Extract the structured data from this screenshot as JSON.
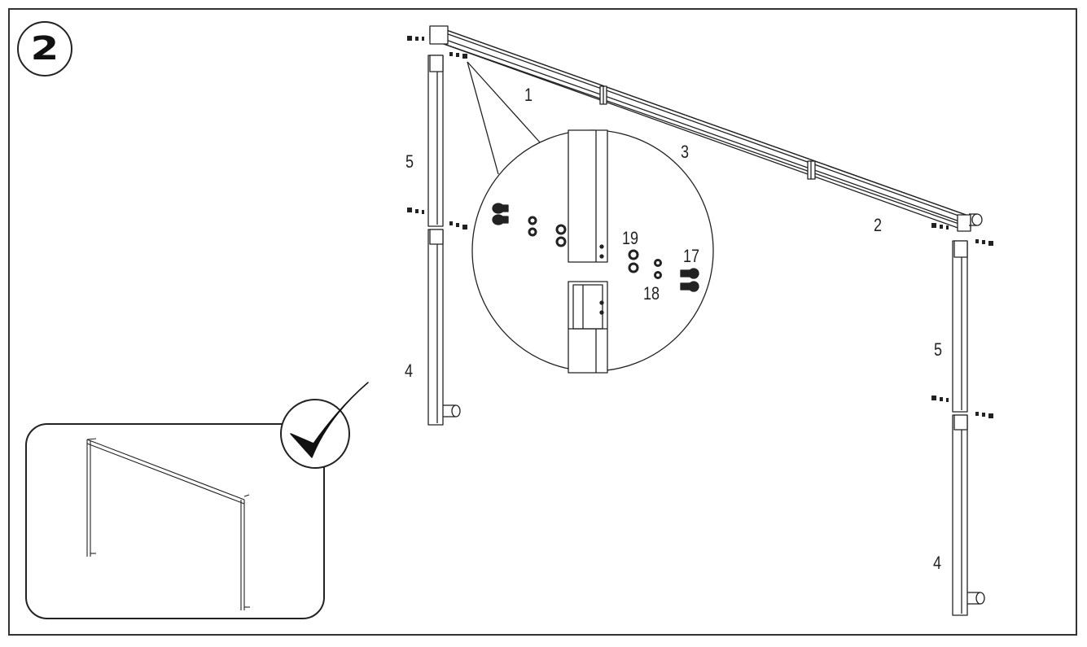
{
  "step": {
    "number": "2"
  },
  "part_labels": {
    "p1": "1",
    "p2": "2",
    "p3": "3",
    "p4_left": "4",
    "p4_right": "4",
    "p5_left": "5",
    "p5_right": "5",
    "p17": "17",
    "p18": "18",
    "p19": "19"
  },
  "icons": {
    "check": "checkmark-icon"
  },
  "colors": {
    "line": "#222222",
    "background": "#ffffff"
  }
}
